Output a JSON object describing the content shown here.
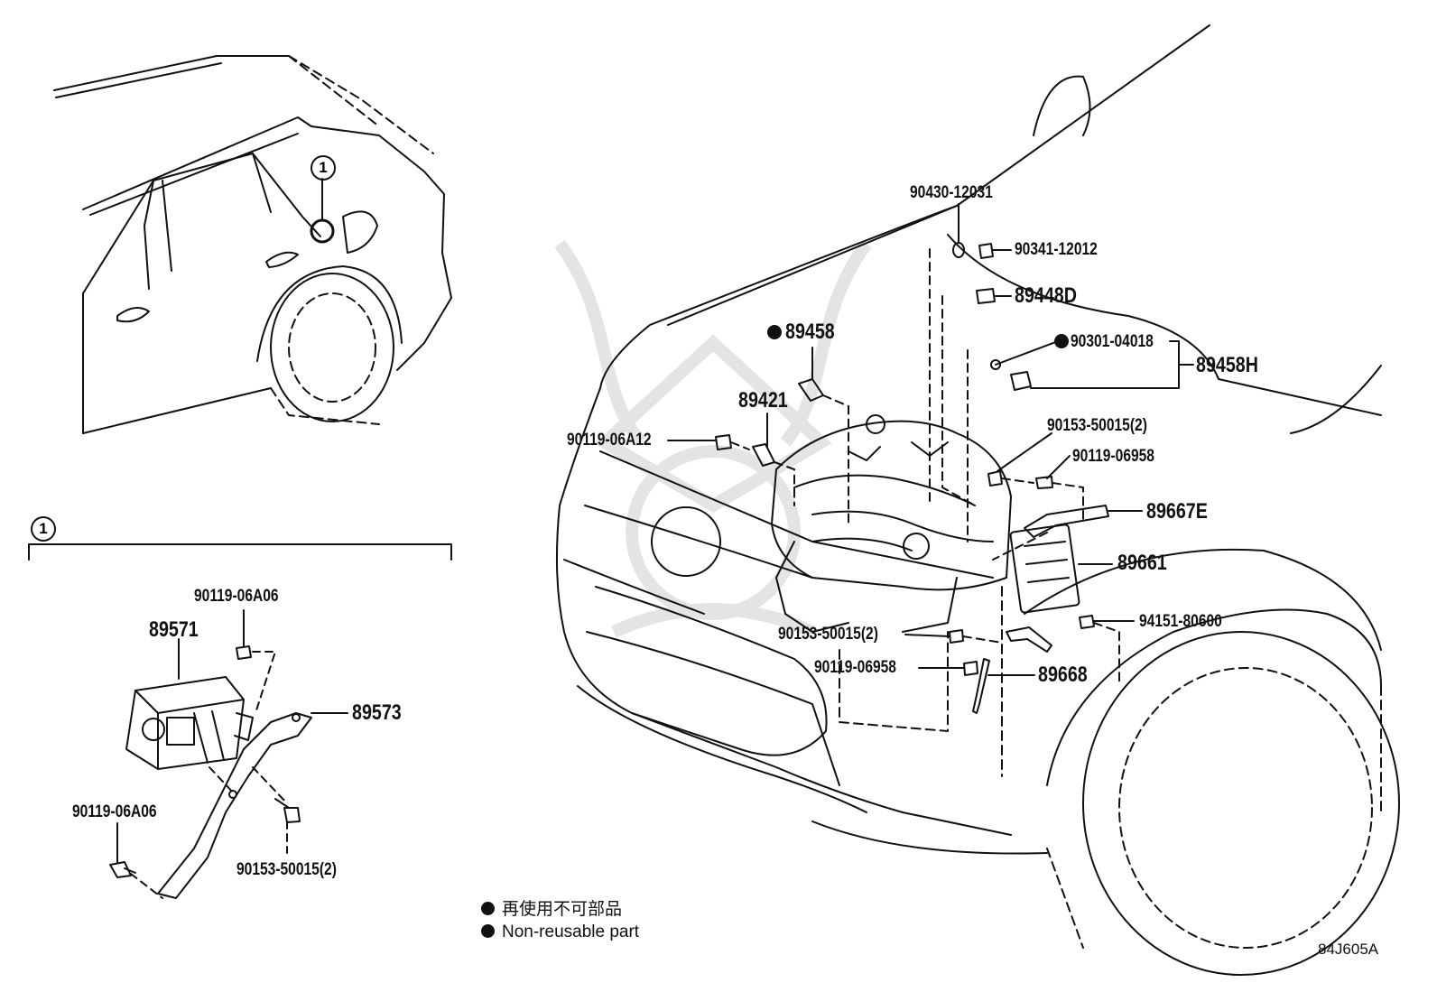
{
  "callouts": {
    "detail_marker": "1",
    "inset_marker": "1"
  },
  "inset_labels": {
    "p90119_06A06_top": "90119-06A06",
    "p89571": "89571",
    "p89573": "89573",
    "p90119_06A06_bottom": "90119-06A06",
    "p90153_50015": "90153-50015(2)"
  },
  "main_labels": {
    "p90430_12031": "90430-12031",
    "p90341_12012": "90341-12012",
    "p89448D": "89448D",
    "p89458": "89458",
    "p90301_04018": "90301-04018",
    "p89458H": "89458H",
    "p89421": "89421",
    "p90119_06A12": "90119-06A12",
    "p90153_50015_upper": "90153-50015(2)",
    "p90119_06958_upper": "90119-06958",
    "p89667E": "89667E",
    "p89661": "89661",
    "p90153_50015_lower": "90153-50015(2)",
    "p94151_80600": "94151-80600",
    "p90119_06958_lower": "90119-06958",
    "p89668": "89668"
  },
  "legend": {
    "japanese": "再使用不可部品",
    "english": "Non-reusable part"
  },
  "reference_code": "84J605A",
  "colors": {
    "line": "#111111",
    "background": "#ffffff"
  }
}
